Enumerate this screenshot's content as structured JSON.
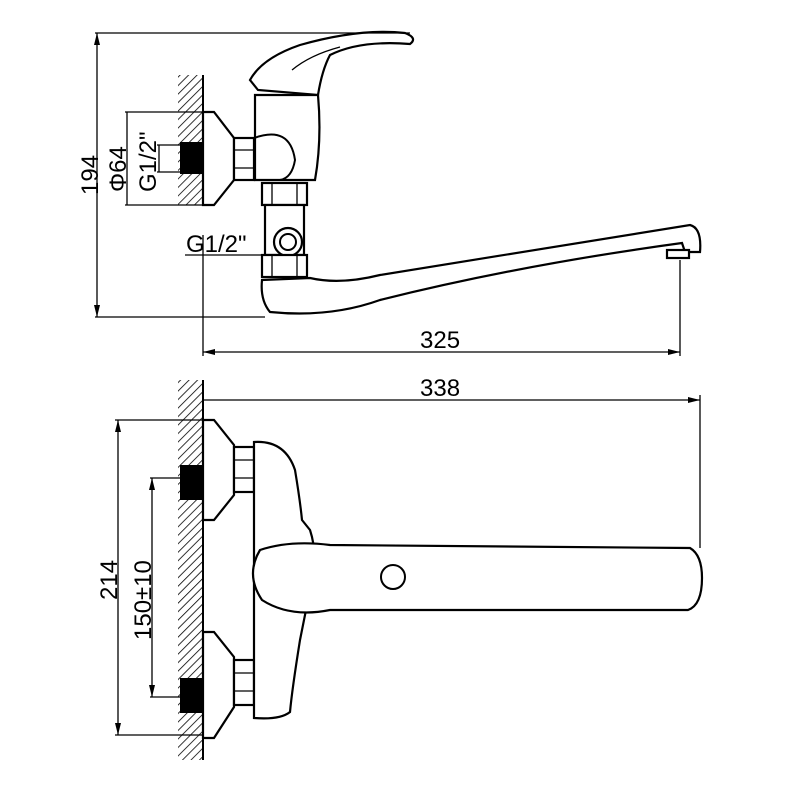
{
  "drawing": {
    "side_view": {
      "height_dim": "194",
      "flange_diameter_dim": "Φ64",
      "inlet_thread_dim": "G1/2\"",
      "outlet_thread_dim": "G1/2\"",
      "reach_dim": "325"
    },
    "top_view": {
      "overall_length_dim": "338",
      "overall_width_dim": "214",
      "center_distance_dim": "150±10"
    },
    "colors": {
      "line": "#000000",
      "background": "#ffffff"
    }
  }
}
